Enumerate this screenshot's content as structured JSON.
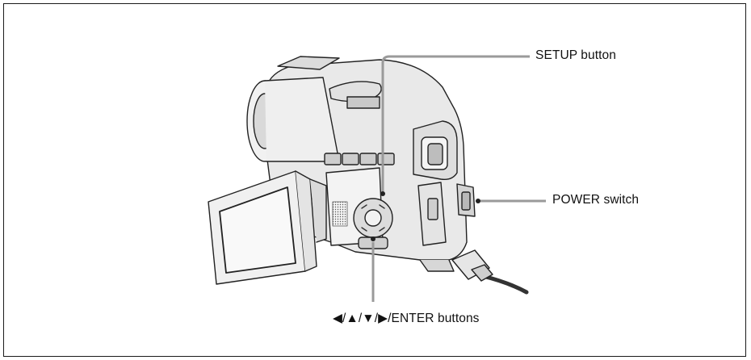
{
  "figure": {
    "callouts": {
      "setup_button": "SETUP button",
      "power_switch": "POWER switch",
      "enter_buttons": "◀/▲/▼/▶/ENTER buttons"
    },
    "leader_line_color": "#9a9a9a",
    "illustration_subject": "camcorder-icon"
  }
}
